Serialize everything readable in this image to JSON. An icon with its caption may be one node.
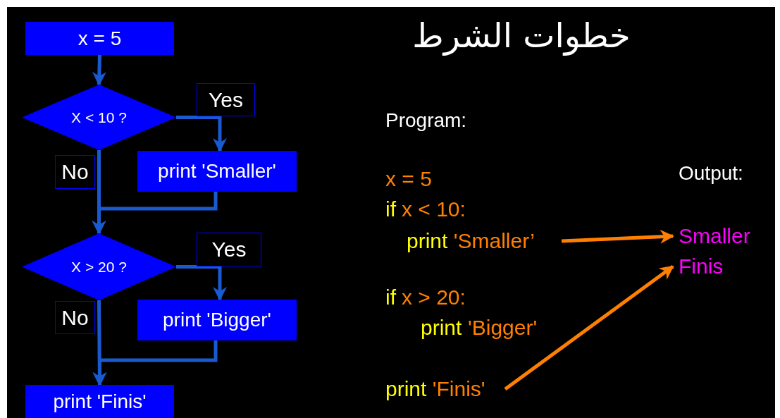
{
  "diagram": {
    "title": "خطوات الشرط",
    "nodes": [
      {
        "text": [
          "x = 5"
        ]
      },
      {
        "text": [
          "X < 10 ?"
        ]
      },
      {
        "text": [
          "print 'Smaller'"
        ]
      },
      {
        "text": [
          "X > 20 ?"
        ]
      },
      {
        "text": [
          "print 'Bigger'"
        ]
      },
      {
        "text": [
          "print 'Finis'"
        ]
      },
      {
        "text": [
          "print",
          "'Smaller’"
        ]
      },
      {
        "text": [
          "print",
          "'Finis'"
        ]
      },
      {
        "text": [
          "Smaller"
        ]
      },
      {
        "text": [
          "Finis"
        ]
      }
    ],
    "edges": [
      {
        "from": 0,
        "to": 1,
        "arrow": "to"
      },
      {
        "from": 1,
        "to": 2,
        "arrow": "to",
        "label": "Yes"
      },
      {
        "from": 1,
        "to": 3,
        "arrow": "to",
        "label": "No"
      },
      {
        "from": 2,
        "to": 3,
        "arrow": "to"
      },
      {
        "from": 3,
        "to": 4,
        "arrow": "to",
        "label": "Yes"
      },
      {
        "from": 3,
        "to": 5,
        "arrow": "to",
        "label": "No"
      },
      {
        "from": 4,
        "to": 5,
        "arrow": "to"
      },
      {
        "from": 6,
        "to": 8,
        "arrow": "to",
        "color": "#ff8000"
      },
      {
        "from": 7,
        "to": 9,
        "arrow": "to",
        "color": "#ff8000"
      }
    ],
    "labels": [
      "Program:",
      "x = 5",
      "Output:",
      "if",
      "x < 10:",
      "if",
      "x > 20:",
      "print",
      "'Bigger'"
    ]
  }
}
